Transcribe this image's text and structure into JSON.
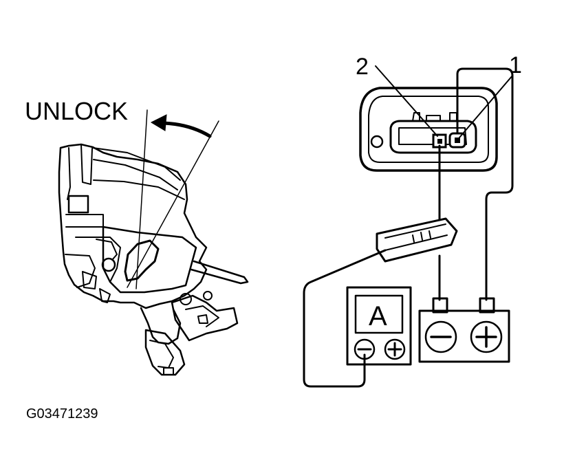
{
  "labels": {
    "unlock": "UNLOCK",
    "terminal_1": "1",
    "terminal_2": "2",
    "ammeter": "A",
    "figure_code": "G03471239"
  },
  "symbols": {
    "minus": "minus-sign",
    "plus": "plus-sign"
  }
}
